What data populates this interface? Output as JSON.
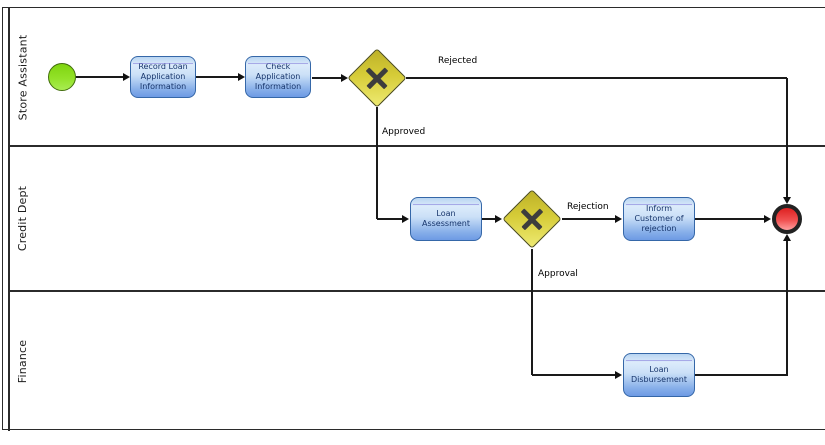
{
  "diagram": {
    "type": "bpmn-swimlane-flowchart",
    "lanes": [
      {
        "label": "Store Assistant"
      },
      {
        "label": "Credit Dept"
      },
      {
        "label": "Finance"
      }
    ],
    "tasks": [
      {
        "label": "Record Loan Application Information",
        "lane": "Store Assistant"
      },
      {
        "label": "Check Application Information",
        "lane": "Store Assistant"
      },
      {
        "label": "Loan Assessment",
        "lane": "Credit Dept"
      },
      {
        "label": "Inform Customer of rejection",
        "lane": "Credit Dept"
      },
      {
        "label": "Loan Disbursement",
        "lane": "Finance"
      }
    ],
    "gateways": [
      {
        "type": "exclusive",
        "icon": "x-mark-icon",
        "lane": "Store Assistant"
      },
      {
        "type": "exclusive",
        "icon": "x-mark-icon",
        "lane": "Credit Dept"
      }
    ],
    "events": [
      {
        "type": "start",
        "lane": "Store Assistant",
        "color": "#8fdf2a"
      },
      {
        "type": "end",
        "lane": "Credit Dept",
        "color": "#e84040"
      }
    ],
    "flow_labels": [
      {
        "label": "Rejected"
      },
      {
        "label": "Approved"
      },
      {
        "label": "Rejection"
      },
      {
        "label": "Approval"
      }
    ],
    "colors": {
      "task_fill_top": "#dcebfb",
      "task_fill_bottom": "#6d9ae4",
      "task_border": "#3567a8",
      "task_text": "#17356b",
      "gateway_fill_top": "#bdb128",
      "gateway_fill_bottom": "#eeea72",
      "start_event_fill": "#8fdf2a",
      "end_event_fill": "#e84040",
      "line": "#1a1a1a",
      "lane_border": "#2b2b2b"
    }
  }
}
